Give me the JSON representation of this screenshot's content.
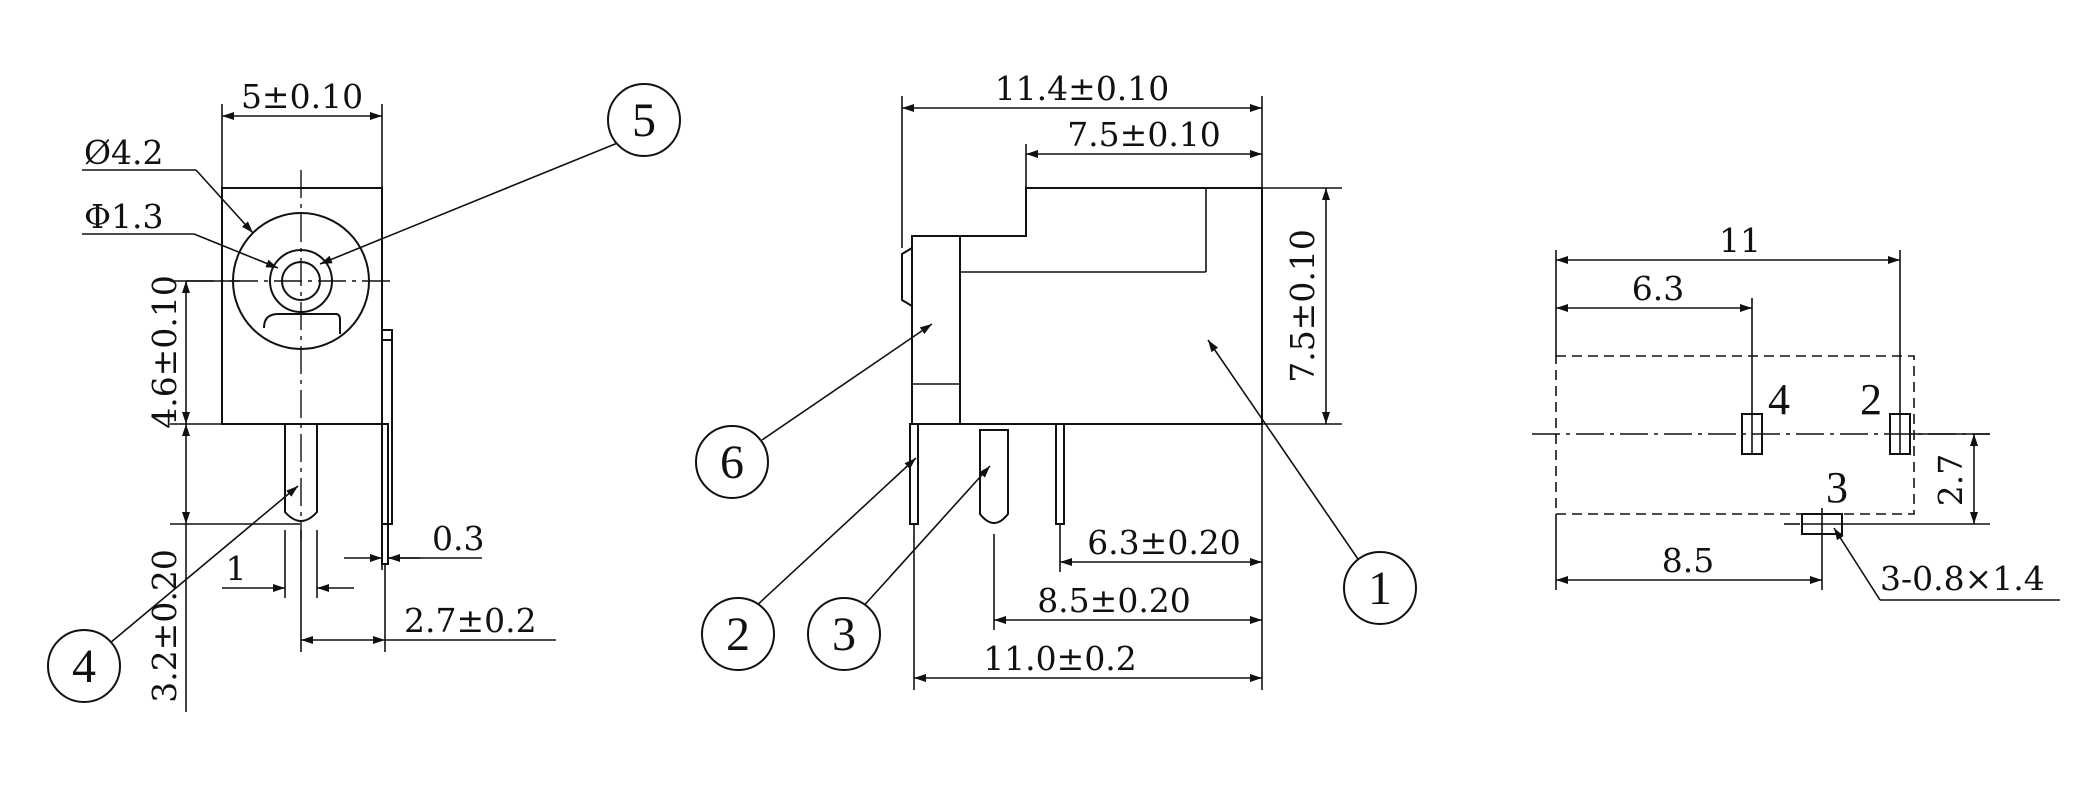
{
  "front_view": {
    "width_dim": "5±0.10",
    "outer_dia": "Ø4.2",
    "pin_dia": "Φ1.3",
    "center_height": "4.6±0.10",
    "pin_length": "3.2±0.20",
    "pin_width": "1",
    "pin_thickness": "0.3",
    "pin_offset": "2.7±0.2"
  },
  "side_view": {
    "overall_length": "11.4±0.10",
    "body_length": "7.5±0.10",
    "body_height": "7.5±0.10",
    "pin_1_pos": "6.3±0.20",
    "pin_2_pos": "8.5±0.20",
    "pin_3_pos": "11.0±0.2"
  },
  "footprint": {
    "total_length": "11",
    "pin4_pos": "6.3",
    "pin3_pos": "8.5",
    "pin_row_offset": "2.7",
    "pad_spec": "3-0.8×1.4",
    "pin_labels": [
      "4",
      "2",
      "3"
    ]
  },
  "callouts": [
    "1",
    "2",
    "3",
    "4",
    "5",
    "6"
  ]
}
